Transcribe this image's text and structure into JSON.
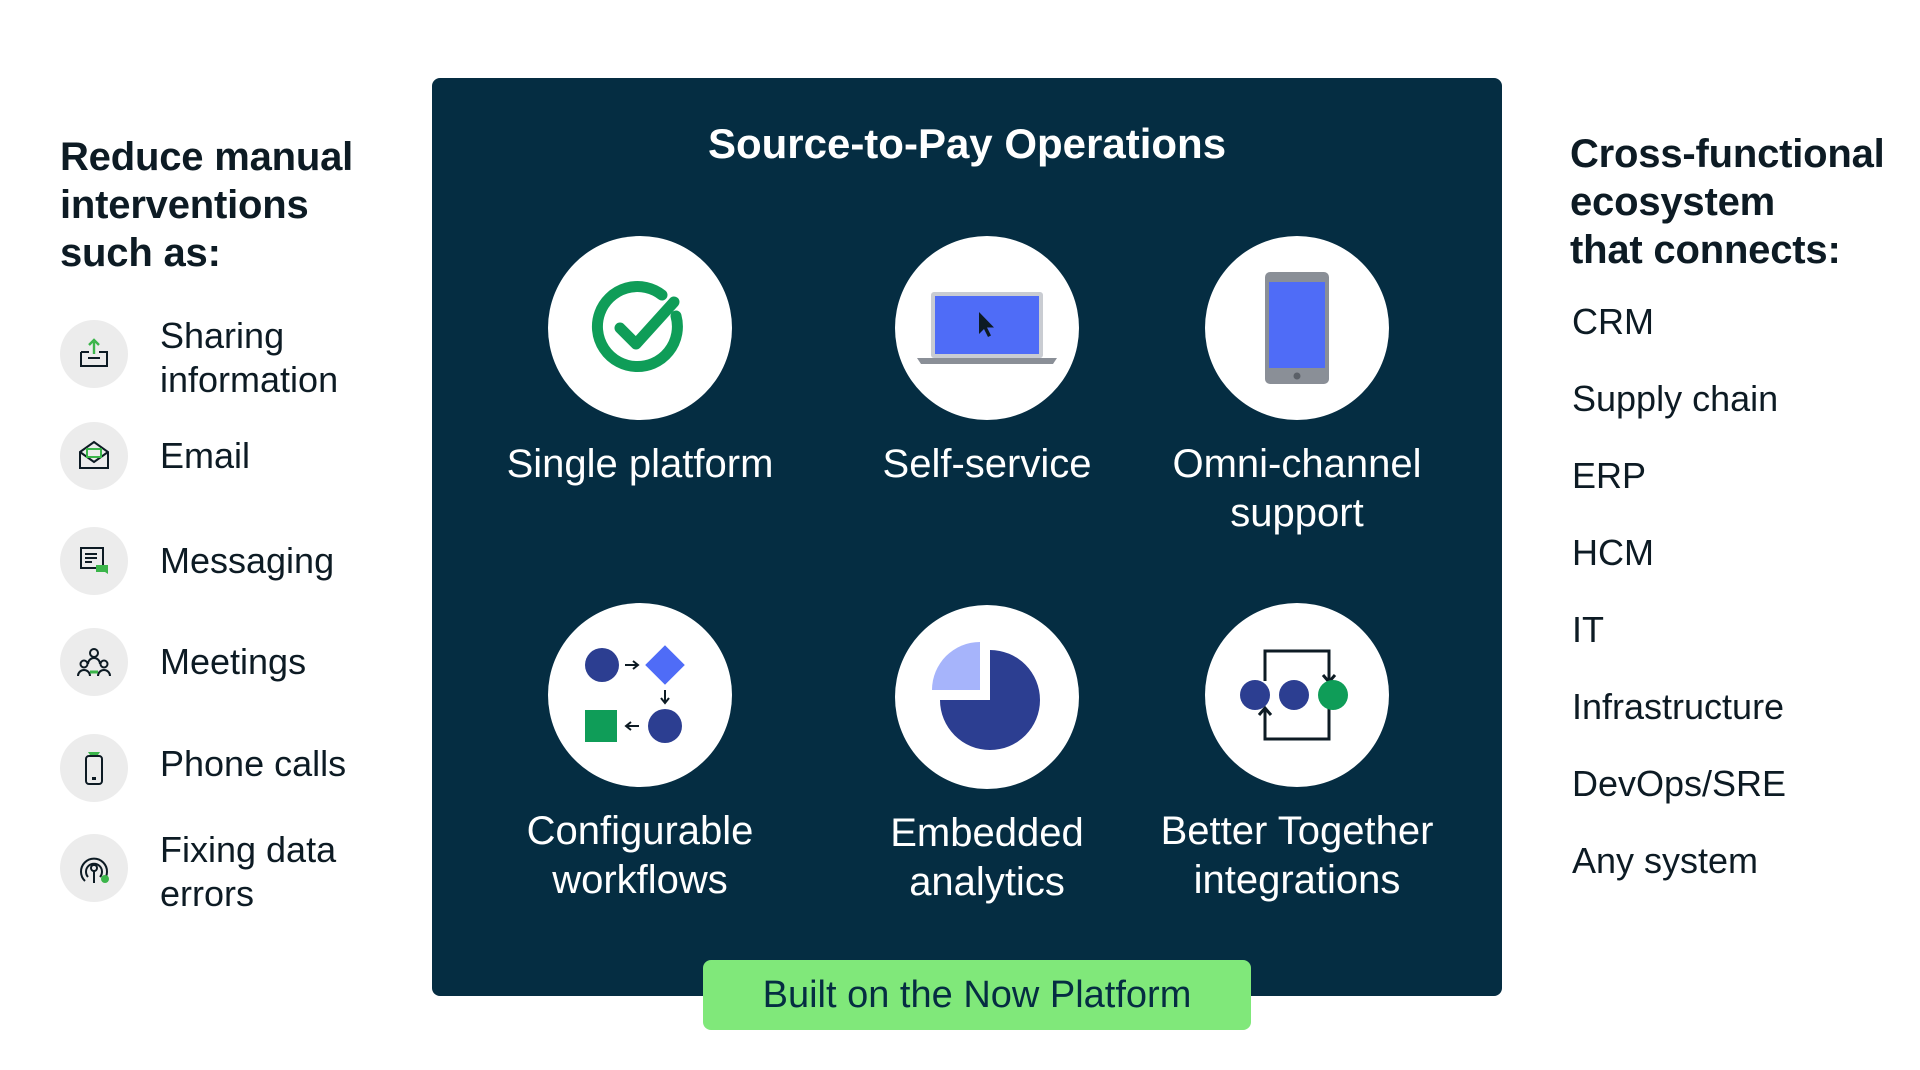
{
  "left": {
    "heading": "Reduce manual\ninterventions\nsuch as:",
    "items": [
      {
        "label": "Sharing\ninformation",
        "icon": "share-info-icon"
      },
      {
        "label": "Email",
        "icon": "envelope-icon"
      },
      {
        "label": "Messaging",
        "icon": "chat-icon"
      },
      {
        "label": "Meetings",
        "icon": "people-icon"
      },
      {
        "label": "Phone calls",
        "icon": "phone-icon"
      },
      {
        "label": "Fixing data\nerrors",
        "icon": "data-fix-icon"
      }
    ]
  },
  "panel": {
    "title": "Source-to-Pay Operations",
    "features": [
      {
        "label": "Single platform",
        "icon": "checkmark-circle-icon"
      },
      {
        "label": "Self-service",
        "icon": "laptop-cursor-icon"
      },
      {
        "label": "Omni-channel\nsupport",
        "icon": "tablet-icon"
      },
      {
        "label": "Configurable\nworkflows",
        "icon": "workflow-shapes-icon"
      },
      {
        "label": "Embedded\nanalytics",
        "icon": "pie-chart-icon"
      },
      {
        "label": "Better Together\nintegrations",
        "icon": "integration-cycle-icon"
      }
    ],
    "footer_label": "Built on the Now Platform"
  },
  "right": {
    "heading": "Cross-functional\necosystem\nthat connects:",
    "items": [
      "CRM",
      "Supply chain",
      "ERP",
      "HCM",
      "IT",
      "Infrastructure",
      "DevOps/SRE",
      "Any system"
    ]
  },
  "colors": {
    "panel_bg": "#052d42",
    "accent_green": "#80e87a",
    "icon_green": "#0f9d58",
    "icon_blue": "#4f6cf7",
    "icon_navy": "#2c3e91"
  }
}
